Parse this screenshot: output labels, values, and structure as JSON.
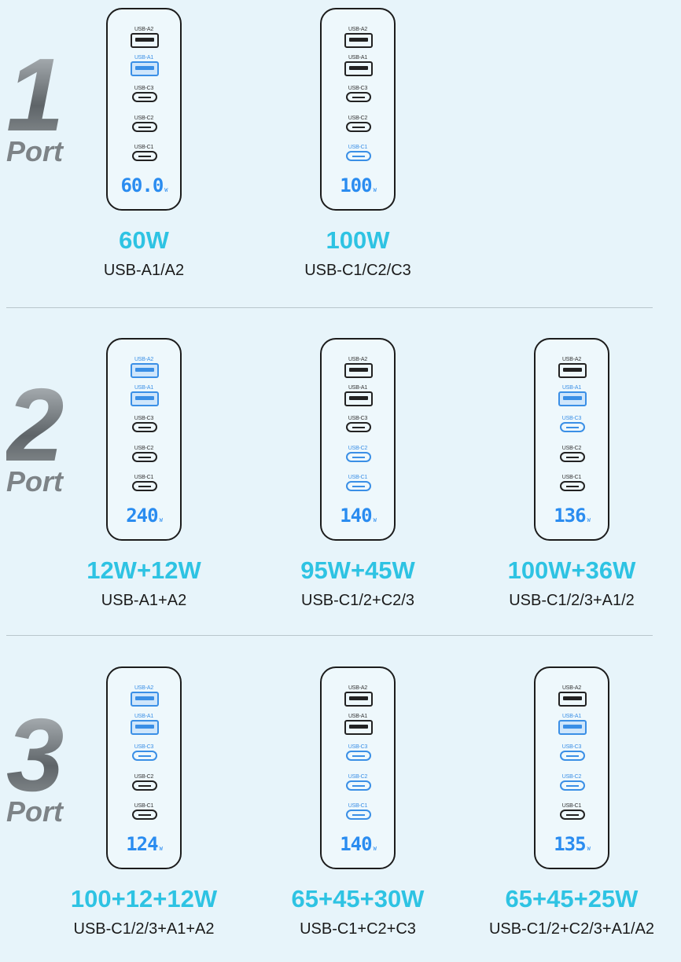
{
  "groups": [
    {
      "number": "1",
      "port_label": "Port",
      "chargers": [
        {
          "display": "60.0",
          "unit": "W",
          "active": [
            "USB-A1"
          ],
          "power": "60W",
          "ports": "USB-A1/A2"
        },
        {
          "display": "100",
          "unit": "W",
          "active": [
            "USB-C1"
          ],
          "power": "100W",
          "ports": "USB-C1/C2/C3"
        }
      ]
    },
    {
      "number": "2",
      "port_label": "Port",
      "chargers": [
        {
          "display": "240",
          "unit": "W",
          "active": [
            "USB-A2",
            "USB-A1"
          ],
          "power": "12W+12W",
          "ports": "USB-A1+A2"
        },
        {
          "display": "140",
          "unit": "W",
          "active": [
            "USB-C2",
            "USB-C1"
          ],
          "power": "95W+45W",
          "ports": "USB-C1/2+C2/3"
        },
        {
          "display": "136",
          "unit": "W",
          "active": [
            "USB-A1",
            "USB-C3"
          ],
          "power": "100W+36W",
          "ports": "USB-C1/2/3+A1/2"
        }
      ]
    },
    {
      "number": "3",
      "port_label": "Port",
      "chargers": [
        {
          "display": "124",
          "unit": "W",
          "active": [
            "USB-A2",
            "USB-A1",
            "USB-C3"
          ],
          "power": "100+12+12W",
          "ports": "USB-C1/2/3+A1+A2"
        },
        {
          "display": "140",
          "unit": "W",
          "active": [
            "USB-C3",
            "USB-C2",
            "USB-C1"
          ],
          "power": "65+45+30W",
          "ports": "USB-C1+C2+C3"
        },
        {
          "display": "135",
          "unit": "W",
          "active": [
            "USB-A1",
            "USB-C3",
            "USB-C2"
          ],
          "power": "65+45+25W",
          "ports": "USB-C1/2+C2/3+A1/A2"
        }
      ]
    }
  ],
  "port_names": [
    "USB-A2",
    "USB-A1",
    "USB-C3",
    "USB-C2",
    "USB-C1"
  ],
  "colors": {
    "accent": "#2ec3e3",
    "display": "#2a8cf0",
    "active_port": "#3a8fe6"
  }
}
